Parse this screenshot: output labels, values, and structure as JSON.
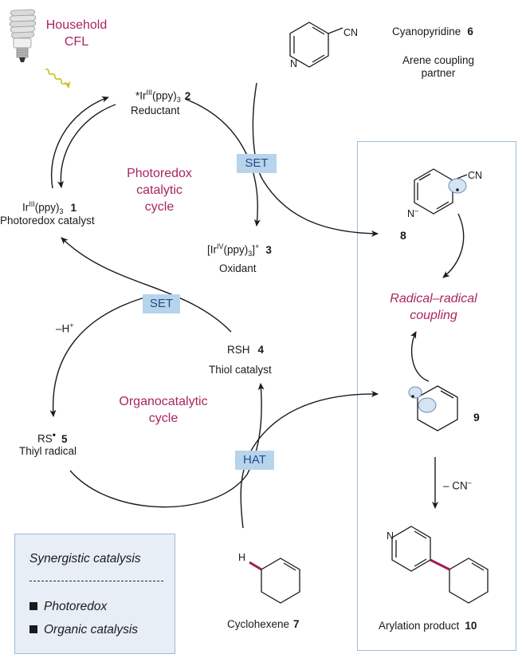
{
  "light_source": {
    "label_line1": "Household",
    "label_line2": "CFL"
  },
  "species": {
    "ir_excited": {
      "name_pre": "*Ir",
      "name_sup": "III",
      "name_post": "(ppy)",
      "name_sub": "3",
      "number": "2",
      "role": "Reductant"
    },
    "ir_ground": {
      "name_pre": "Ir",
      "name_sup": "III",
      "name_post": "(ppy)",
      "name_sub": "3",
      "number": "1",
      "role": "Photoredox catalyst"
    },
    "ir_oxidant": {
      "name_pre": "[Ir",
      "name_sup": "IV",
      "name_post": "(ppy)",
      "name_sub": "3",
      "name_tail": "]",
      "name_charge": "+",
      "number": "3",
      "role": "Oxidant"
    },
    "thiol": {
      "name": "RSH",
      "number": "4",
      "role": "Thiol catalyst"
    },
    "thiyl": {
      "name": "RS",
      "dot": "•",
      "number": "5",
      "role": "Thiyl radical"
    },
    "cyanopyridine": {
      "name": "Cyanopyridine",
      "number": "6",
      "role_line1": "Arene coupling",
      "role_line2": "partner",
      "cn_label": "CN",
      "n_label": "N"
    },
    "cyclohexene": {
      "name": "Cyclohexene",
      "number": "7",
      "h_label": "H"
    },
    "radical_anion": {
      "number": "8",
      "cn_label": "CN",
      "n_label": "N",
      "n_charge": "–"
    },
    "allyl_radical": {
      "number": "9"
    },
    "product": {
      "name": "Arylation product",
      "number": "10",
      "n_label": "N"
    }
  },
  "cycles": {
    "photoredox_line1": "Photoredox",
    "photoredox_line2": "catalytic",
    "photoredox_line3": "cycle",
    "organo_line1": "Organocatalytic",
    "organo_line2": "cycle"
  },
  "steps": {
    "set_top": "SET",
    "set_mid": "SET",
    "hat": "HAT",
    "minus_h": "–H",
    "minus_h_sup": "+",
    "minus_cn": "– CN",
    "minus_cn_sup": "–",
    "coupling_line1": "Radical–radical",
    "coupling_line2": "coupling"
  },
  "legend": {
    "title": "Synergistic catalysis",
    "item1": "Photoredox",
    "item2": "Organic catalysis"
  },
  "colors": {
    "accent_magenta": "#a8255d",
    "box_blue": "#b8d3ec",
    "bond_highlight": "#9b1f57",
    "panel_border": "#9fbbd4",
    "light_arrow": "#c8c21c"
  }
}
